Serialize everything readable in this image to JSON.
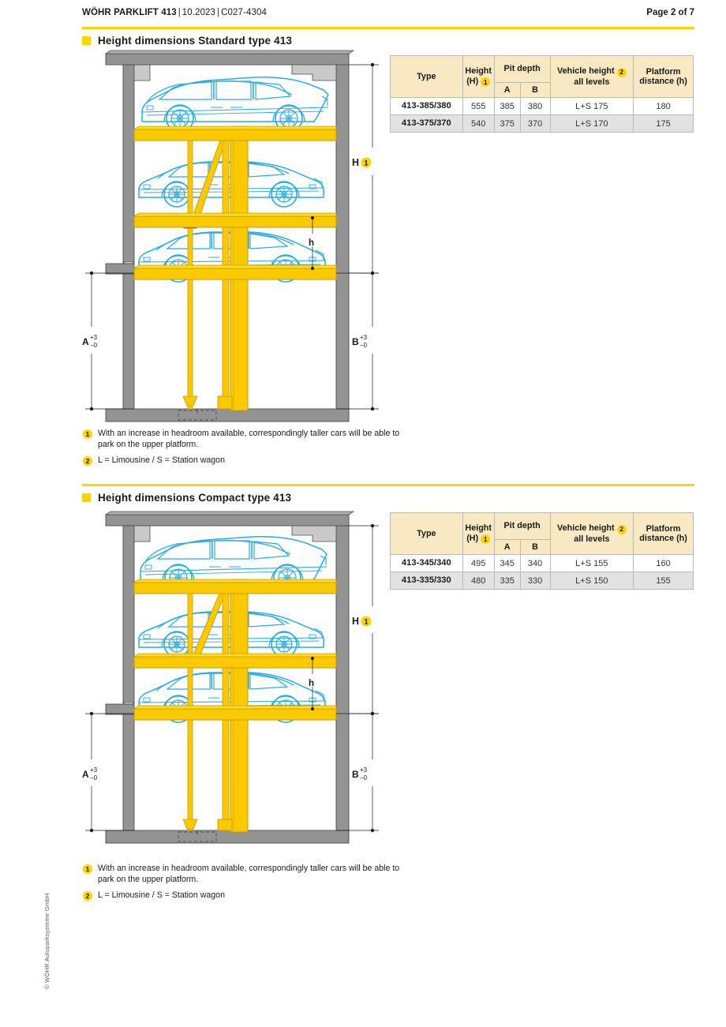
{
  "header": {
    "title": "WÖHR PARKLIFT 413",
    "date": "10.2023",
    "doc_code": "C027-4304",
    "separator": "|",
    "page_label": "Page 2 of 7"
  },
  "accent": {
    "yellow": "#fcd406",
    "platform_yellow": "#fbc900",
    "table_header": "#f8e9c2",
    "row_alt": "#e2e2e2",
    "car_blue": "#29abe2",
    "concrete": "#939393",
    "concrete_light": "#c9c9c9"
  },
  "sections": [
    {
      "id": "standard",
      "title": "Height dimensions Standard type 413",
      "diagram": {
        "label_h_total": "H",
        "label_h_total_badge": "1",
        "label_platform_distance": "h",
        "label_a": "A",
        "label_b": "B",
        "tolerance_plus": "+3",
        "tolerance_minus": "−0"
      },
      "table": {
        "headers": {
          "type": "Type",
          "height_line1": "Height",
          "height_line2": "(H)",
          "height_badge": "1",
          "pit_depth": "Pit depth",
          "pit_a": "A",
          "pit_b": "B",
          "vehicle_height_line1": "Vehicle height",
          "vehicle_height_badge": "2",
          "vehicle_height_line2": "all levels",
          "platform_line1": "Platform",
          "platform_line2": "distance (h)"
        },
        "rows": [
          {
            "type": "413-385/380",
            "height": "555",
            "pit_a": "385",
            "pit_b": "380",
            "vehicle_height": "L+S  175",
            "platform_distance": "180"
          },
          {
            "type": "413-375/370",
            "height": "540",
            "pit_a": "375",
            "pit_b": "370",
            "vehicle_height": "L+S  170",
            "platform_distance": "175"
          }
        ]
      },
      "footnotes": [
        {
          "num": "1",
          "text": "With an increase in headroom available, correspondingly taller cars will be able to park on the upper platform."
        },
        {
          "num": "2",
          "text": "L = Limousine / S = Station wagon"
        }
      ]
    },
    {
      "id": "compact",
      "title": "Height dimensions Compact type 413",
      "diagram": {
        "label_h_total": "H",
        "label_h_total_badge": "1",
        "label_platform_distance": "h",
        "label_a": "A",
        "label_b": "B",
        "tolerance_plus": "+3",
        "tolerance_minus": "−0"
      },
      "table": {
        "headers": {
          "type": "Type",
          "height_line1": "Height",
          "height_line2": "(H)",
          "height_badge": "1",
          "pit_depth": "Pit depth",
          "pit_a": "A",
          "pit_b": "B",
          "vehicle_height_line1": "Vehicle height",
          "vehicle_height_badge": "2",
          "vehicle_height_line2": "all levels",
          "platform_line1": "Platform",
          "platform_line2": "distance (h)"
        },
        "rows": [
          {
            "type": "413-345/340",
            "height": "495",
            "pit_a": "345",
            "pit_b": "340",
            "vehicle_height": "L+S  155",
            "platform_distance": "160"
          },
          {
            "type": "413-335/330",
            "height": "480",
            "pit_a": "335",
            "pit_b": "330",
            "vehicle_height": "L+S  150",
            "platform_distance": "155"
          }
        ]
      },
      "footnotes": [
        {
          "num": "1",
          "text": "With an increase in headroom available, correspondingly taller cars will be able to park on the upper platform."
        },
        {
          "num": "2",
          "text": "L = Limousine / S = Station wagon"
        }
      ]
    }
  ],
  "copyright": "© WÖHR Autoparksysteme GmbH"
}
